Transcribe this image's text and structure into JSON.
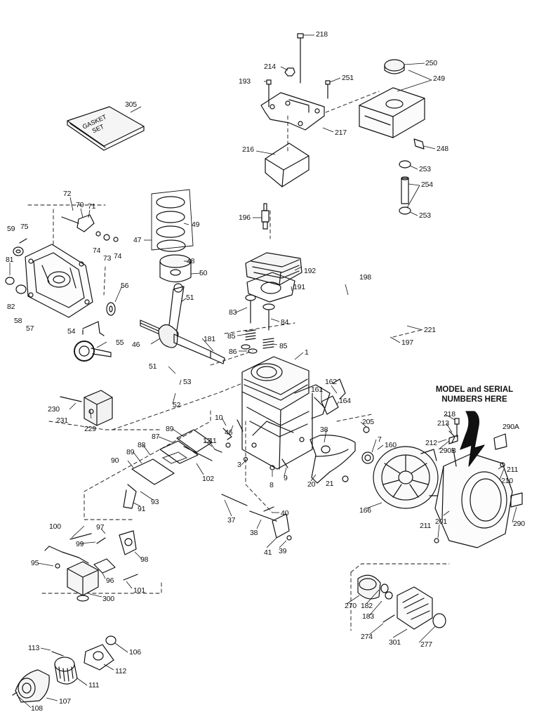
{
  "note": {
    "line1": "MODEL and SERIAL",
    "line2": "NUMBERS HERE"
  },
  "gasket_set_text": {
    "line1": "GASKET",
    "line2": "SET"
  },
  "labels": [
    {
      "id": "218",
      "text": "218"
    },
    {
      "id": "214",
      "text": "214"
    },
    {
      "id": "193",
      "text": "193"
    },
    {
      "id": "251",
      "text": "251"
    },
    {
      "id": "250",
      "text": "250"
    },
    {
      "id": "249",
      "text": "249"
    },
    {
      "id": "305",
      "text": "305"
    },
    {
      "id": "217",
      "text": "217"
    },
    {
      "id": "248",
      "text": "248"
    },
    {
      "id": "216",
      "text": "216"
    },
    {
      "id": "253a",
      "text": "253"
    },
    {
      "id": "254",
      "text": "254"
    },
    {
      "id": "253b",
      "text": "253"
    },
    {
      "id": "196",
      "text": "196"
    },
    {
      "id": "72",
      "text": "72"
    },
    {
      "id": "70",
      "text": "70"
    },
    {
      "id": "71",
      "text": "71"
    },
    {
      "id": "59",
      "text": "59"
    },
    {
      "id": "75",
      "text": "75"
    },
    {
      "id": "49",
      "text": "49"
    },
    {
      "id": "47",
      "text": "47"
    },
    {
      "id": "74a",
      "text": "74"
    },
    {
      "id": "73",
      "text": "73"
    },
    {
      "id": "74b",
      "text": "74"
    },
    {
      "id": "81",
      "text": "81"
    },
    {
      "id": "48",
      "text": "48"
    },
    {
      "id": "50",
      "text": "50"
    },
    {
      "id": "192",
      "text": "192"
    },
    {
      "id": "191",
      "text": "191"
    },
    {
      "id": "198",
      "text": "198"
    },
    {
      "id": "56",
      "text": "56"
    },
    {
      "id": "82",
      "text": "82"
    },
    {
      "id": "58",
      "text": "58"
    },
    {
      "id": "57",
      "text": "57"
    },
    {
      "id": "51a",
      "text": "51"
    },
    {
      "id": "83",
      "text": "83"
    },
    {
      "id": "84",
      "text": "84"
    },
    {
      "id": "221",
      "text": "221"
    },
    {
      "id": "54",
      "text": "54"
    },
    {
      "id": "85a",
      "text": "85"
    },
    {
      "id": "197",
      "text": "197"
    },
    {
      "id": "46a",
      "text": "46"
    },
    {
      "id": "181",
      "text": "181"
    },
    {
      "id": "55",
      "text": "55"
    },
    {
      "id": "86",
      "text": "86"
    },
    {
      "id": "85b",
      "text": "85"
    },
    {
      "id": "1",
      "text": "1"
    },
    {
      "id": "51b",
      "text": "51"
    },
    {
      "id": "162",
      "text": "162"
    },
    {
      "id": "161",
      "text": "161"
    },
    {
      "id": "53",
      "text": "53"
    },
    {
      "id": "164",
      "text": "164"
    },
    {
      "id": "52",
      "text": "52"
    },
    {
      "id": "230",
      "text": "230"
    },
    {
      "id": "231",
      "text": "231"
    },
    {
      "id": "229",
      "text": "229"
    },
    {
      "id": "10",
      "text": "10"
    },
    {
      "id": "46b",
      "text": "46"
    },
    {
      "id": "38a",
      "text": "38"
    },
    {
      "id": "205",
      "text": "205"
    },
    {
      "id": "218b",
      "text": "218"
    },
    {
      "id": "213",
      "text": "213"
    },
    {
      "id": "290A",
      "text": "290A"
    },
    {
      "id": "89a",
      "text": "89"
    },
    {
      "id": "11",
      "text": "11"
    },
    {
      "id": "87",
      "text": "87"
    },
    {
      "id": "12",
      "text": "12"
    },
    {
      "id": "7",
      "text": "7"
    },
    {
      "id": "212",
      "text": "212"
    },
    {
      "id": "88",
      "text": "88"
    },
    {
      "id": "160",
      "text": "160"
    },
    {
      "id": "290B",
      "text": "290B"
    },
    {
      "id": "89b",
      "text": "89"
    },
    {
      "id": "211a",
      "text": "211"
    },
    {
      "id": "90",
      "text": "90"
    },
    {
      "id": "102",
      "text": "102"
    },
    {
      "id": "3",
      "text": "3"
    },
    {
      "id": "210",
      "text": "210"
    },
    {
      "id": "8",
      "text": "8"
    },
    {
      "id": "9",
      "text": "9"
    },
    {
      "id": "20",
      "text": "20"
    },
    {
      "id": "21",
      "text": "21"
    },
    {
      "id": "93",
      "text": "93"
    },
    {
      "id": "91",
      "text": "91"
    },
    {
      "id": "166",
      "text": "166"
    },
    {
      "id": "201",
      "text": "201"
    },
    {
      "id": "290",
      "text": "290"
    },
    {
      "id": "40",
      "text": "40"
    },
    {
      "id": "37",
      "text": "37"
    },
    {
      "id": "38b",
      "text": "38"
    },
    {
      "id": "100",
      "text": "100"
    },
    {
      "id": "97",
      "text": "97"
    },
    {
      "id": "211b",
      "text": "211"
    },
    {
      "id": "99",
      "text": "99"
    },
    {
      "id": "41",
      "text": "41"
    },
    {
      "id": "39",
      "text": "39"
    },
    {
      "id": "98",
      "text": "98"
    },
    {
      "id": "95",
      "text": "95"
    },
    {
      "id": "96",
      "text": "96"
    },
    {
      "id": "101",
      "text": "101"
    },
    {
      "id": "300",
      "text": "300"
    },
    {
      "id": "270",
      "text": "270"
    },
    {
      "id": "182",
      "text": "182"
    },
    {
      "id": "183",
      "text": "183"
    },
    {
      "id": "274",
      "text": "274"
    },
    {
      "id": "301",
      "text": "301"
    },
    {
      "id": "277",
      "text": "277"
    },
    {
      "id": "113",
      "text": "113"
    },
    {
      "id": "106",
      "text": "106"
    },
    {
      "id": "112",
      "text": "112"
    },
    {
      "id": "111",
      "text": "111"
    },
    {
      "id": "107",
      "text": "107"
    },
    {
      "id": "108",
      "text": "108"
    }
  ]
}
